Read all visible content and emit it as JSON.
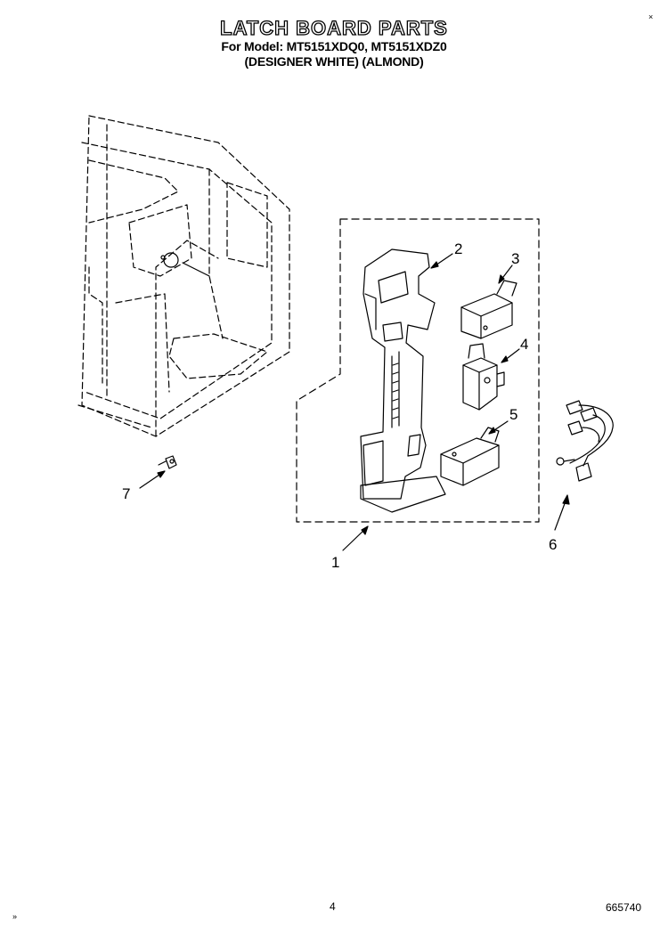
{
  "header": {
    "title": "LATCH BOARD PARTS",
    "model_line": "For Model: MT5151XDQ0, MT5151XDZ0",
    "color_line": "(DESIGNER WHITE)  (ALMOND)"
  },
  "callouts": [
    {
      "id": "1",
      "label": "1"
    },
    {
      "id": "2",
      "label": "2"
    },
    {
      "id": "3",
      "label": "3"
    },
    {
      "id": "4",
      "label": "4"
    },
    {
      "id": "5",
      "label": "5"
    },
    {
      "id": "6",
      "label": "6"
    },
    {
      "id": "7",
      "label": "7"
    }
  ],
  "footer": {
    "page_number": "4",
    "document_code": "665740"
  },
  "marks": {
    "top_right": "×",
    "bottom_left": "»"
  }
}
